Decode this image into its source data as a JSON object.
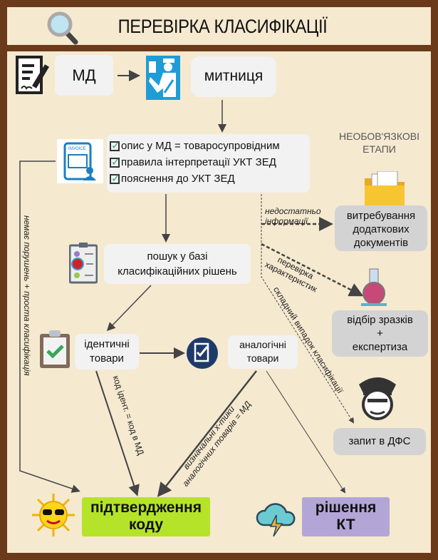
{
  "header": {
    "title": "ПЕРЕВІРКА КЛАСИФІКАЦІЇ"
  },
  "nodes": {
    "md": "МД",
    "customs": "митниця",
    "checklist": [
      "опис у МД = товаросупровідним",
      "правила інтерпретації УКТ ЗЕД",
      "пояснення до УКТ ЗЕД"
    ],
    "search": [
      "пошук у базі",
      "класифікаційних рішень"
    ],
    "identical": [
      "ідентичні",
      "товари"
    ],
    "analog": [
      "аналогічні",
      "товари"
    ],
    "confirm": [
      "підтвердження",
      "коду"
    ],
    "decision": [
      "рішення",
      "КТ"
    ],
    "optional_title": [
      "НЕОБОВ'ЯЗКОВІ",
      "ЕТАПИ"
    ],
    "request_docs": [
      "витребування",
      "додаткових",
      "документів"
    ],
    "samples": [
      "відбір зразків",
      "+",
      "експертиза"
    ],
    "dfs": "запит в ДФС"
  },
  "edge_labels": {
    "no_violations": "немає порушень + проста класифікація",
    "insufficient": [
      "недостатньо",
      "інформації"
    ],
    "check_props": [
      "перевірка",
      "характеристик"
    ],
    "complex": "складний випадок класифікації",
    "ident_code": "код ідент. = код в МД",
    "analog_code": [
      "визначальні х-тики",
      "аналогічних товарів = МД"
    ]
  },
  "colors": {
    "frame": "#6b3a1a",
    "background": "#f5e9d0",
    "confirm": "#b5e32a",
    "decision": "#b3a5d6",
    "customs_icon": "#1e9cd7"
  }
}
